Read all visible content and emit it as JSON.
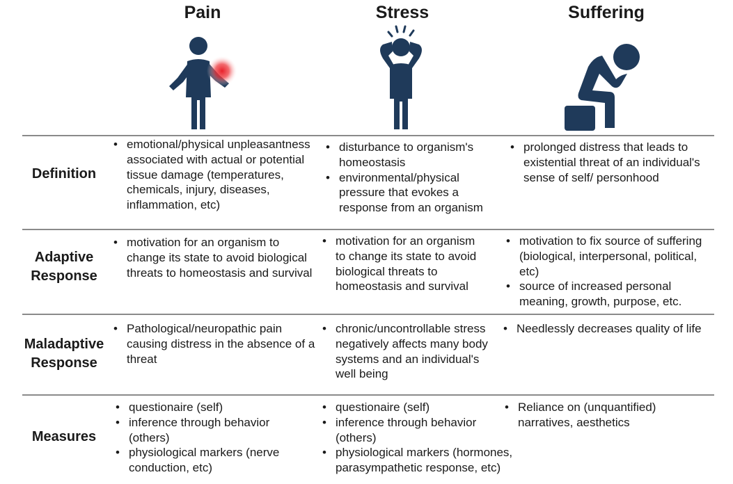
{
  "columns": [
    {
      "title": "Pain",
      "icon": "pain-person-icon"
    },
    {
      "title": "Stress",
      "icon": "stress-person-icon"
    },
    {
      "title": "Suffering",
      "icon": "suffering-person-icon"
    }
  ],
  "colors": {
    "figure": "#1f3a5a",
    "pain_glow": "#e8202a",
    "divider": "#8a8a8a"
  },
  "rows": [
    {
      "label": [
        "Definition"
      ],
      "cells": [
        [
          "emotional/physical unpleasantness associated with actual or potential tissue damage (temperatures, chemicals, injury, diseases, inflammation, etc)"
        ],
        [
          "disturbance to organism's homeostasis",
          "environmental/physical pressure that evokes a response from an organism"
        ],
        [
          "prolonged distress that leads to existential threat of an individual's sense of self/ personhood"
        ]
      ]
    },
    {
      "label": [
        "Adaptive",
        "Response"
      ],
      "cells": [
        [
          "motivation for an organism to change its state to avoid biological threats to homeostasis and survival"
        ],
        [
          "motivation for an organism to change its state to avoid biological threats to homeostasis and survival"
        ],
        [
          "motivation to fix source of suffering (biological, interpersonal,  political, etc)",
          "source of increased personal meaning, growth, purpose, etc."
        ]
      ]
    },
    {
      "label": [
        "Maladaptive",
        "Response"
      ],
      "cells": [
        [
          "Pathological/neuropathic pain causing distress in the absence of a threat"
        ],
        [
          "chronic/uncontrollable stress negatively affects many body systems and an individual's well being"
        ],
        [
          "Needlessly decreases quality of life"
        ]
      ]
    },
    {
      "label": [
        "Measures"
      ],
      "cells": [
        [
          "questionaire (self)",
          "inference through behavior (others)",
          "physiological markers (nerve conduction, etc)"
        ],
        [
          "questionaire (self)",
          "inference through behavior (others)",
          "physiological markers (hormones, parasympathetic response, etc)"
        ],
        [
          "Reliance on (unquantified) narratives, aesthetics"
        ]
      ]
    }
  ]
}
